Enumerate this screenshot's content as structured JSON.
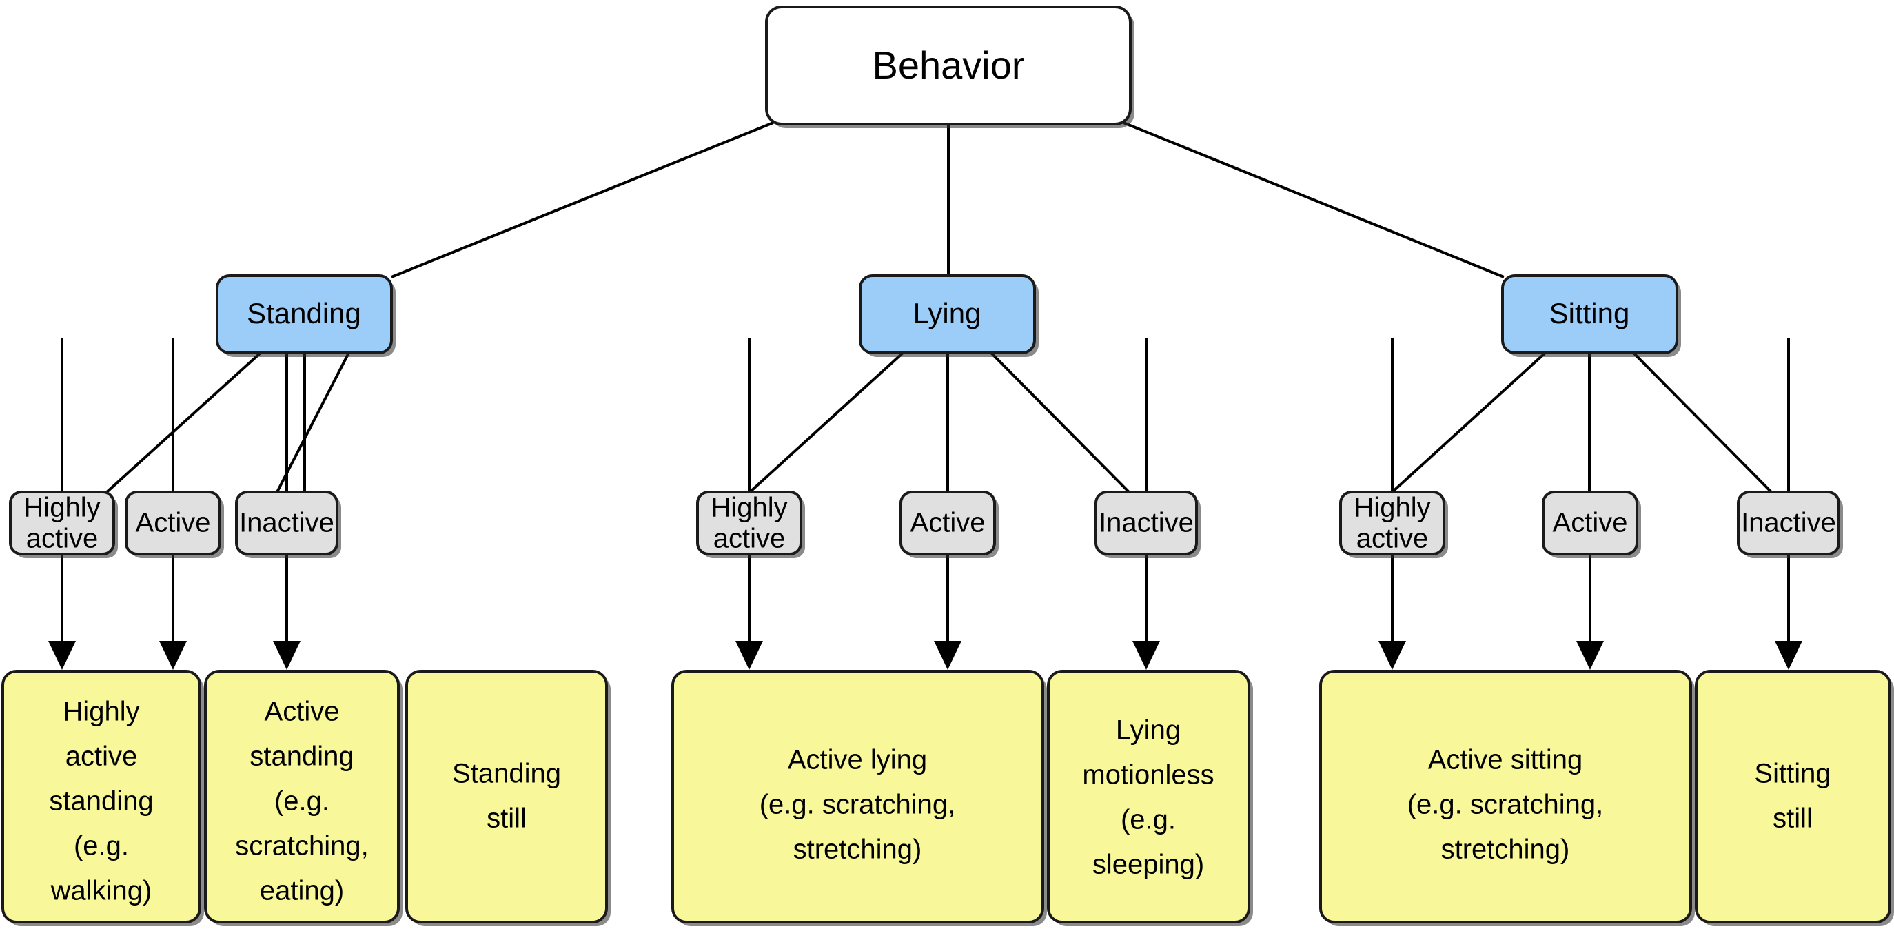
{
  "diagram": {
    "title": "Behavior classification hierarchy",
    "colors": {
      "root_fill": "#ffffff",
      "category_fill": "#9ccdf9",
      "level_fill": "#e0e0e0",
      "leaf_fill": "#f8f89a",
      "stroke": "#1a1a1a",
      "text": "#000000",
      "background": "#ffffff"
    },
    "root": {
      "label": "Behavior"
    },
    "categories": [
      {
        "label": "Standing"
      },
      {
        "label": "Lying"
      },
      {
        "label": "Sitting"
      }
    ],
    "activity_levels": {
      "standing": [
        {
          "label_line1": "Highly",
          "label_line2": "active"
        },
        {
          "label_line1": "Active",
          "label_line2": ""
        },
        {
          "label_line1": "Inactive",
          "label_line2": ""
        }
      ],
      "lying": [
        {
          "label_line1": "Highly",
          "label_line2": "active"
        },
        {
          "label_line1": "Active",
          "label_line2": ""
        },
        {
          "label_line1": "Inactive",
          "label_line2": ""
        }
      ],
      "sitting": [
        {
          "label_line1": "Highly",
          "label_line2": "active"
        },
        {
          "label_line1": "Active",
          "label_line2": ""
        },
        {
          "label_line1": "Inactive",
          "label_line2": ""
        }
      ]
    },
    "leaves": {
      "standing": [
        {
          "lines": [
            "Highly",
            "active",
            "standing",
            "(e.g.",
            "walking)"
          ]
        },
        {
          "lines": [
            "Active",
            "standing",
            "(e.g.",
            "scratching,",
            "eating)"
          ]
        },
        {
          "lines": [
            "Standing",
            "still"
          ]
        }
      ],
      "lying": [
        {
          "lines": [
            "Active lying",
            "(e.g. scratching,",
            "stretching)"
          ]
        },
        {
          "lines": [
            "Lying",
            "motionless",
            "(e.g.",
            "sleeping)"
          ]
        }
      ],
      "sitting": [
        {
          "lines": [
            "Active sitting",
            "(e.g. scratching,",
            "stretching)"
          ]
        },
        {
          "lines": [
            "Sitting",
            "still"
          ]
        }
      ]
    }
  }
}
